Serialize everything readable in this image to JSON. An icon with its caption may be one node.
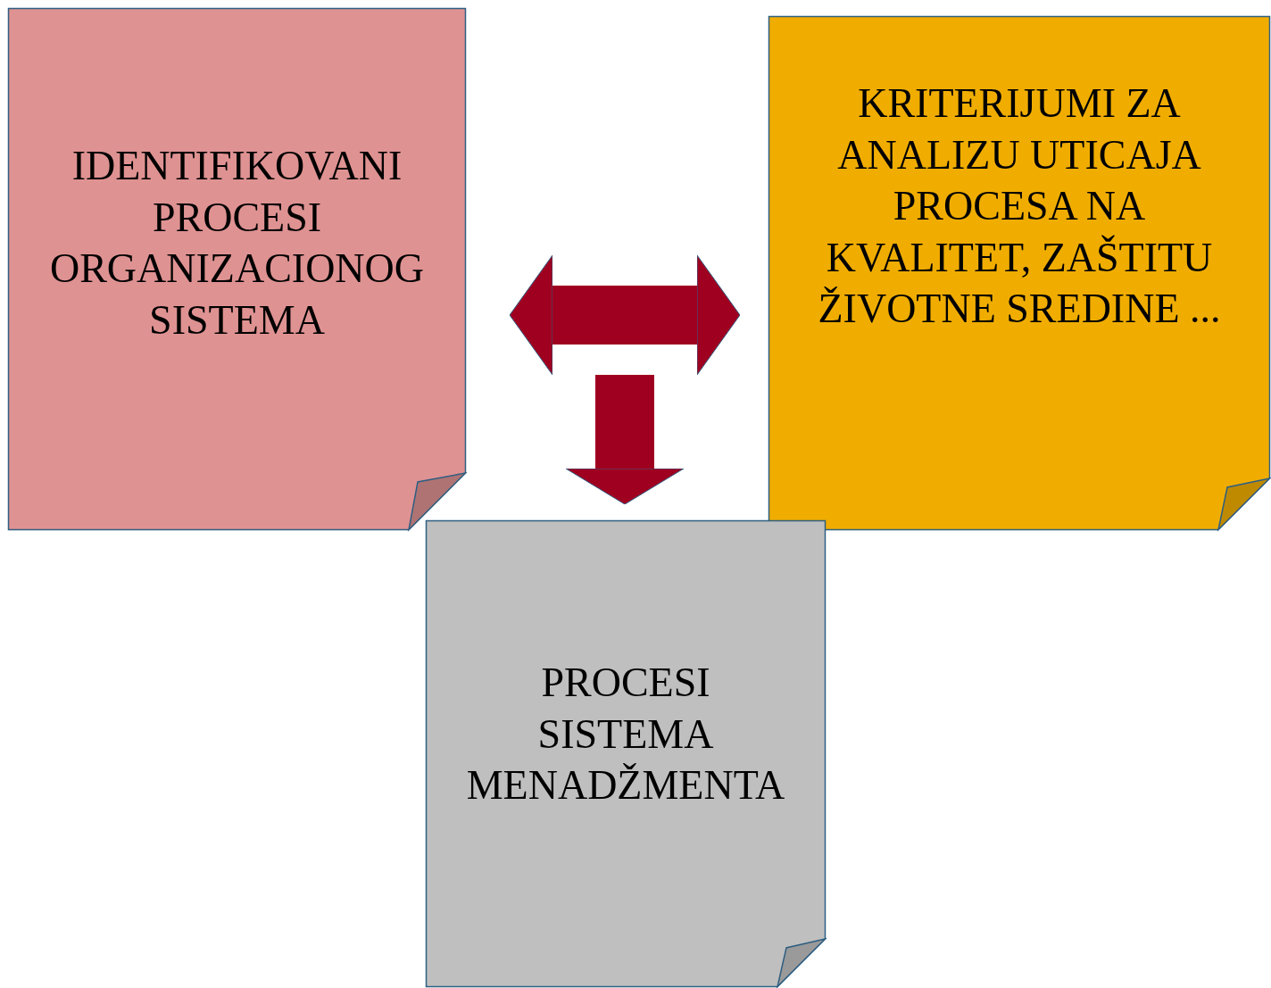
{
  "diagram": {
    "nodes": [
      {
        "text": [
          "IDENTIFIKOVANI PROCESI ORGANIZACIONOG SISTEMA"
        ]
      },
      {
        "text": [
          "KRITERIJUMI ZA ANALIZU UTICAJA PROCESA NA KVALITET, ZAŠTITU ŽIVOTNE SREDINE ..."
        ]
      },
      {
        "text": [
          "PROCESI SISTEMA MENADŽMENTA"
        ]
      }
    ],
    "edges": [
      {
        "from": 0,
        "to": 1,
        "arrow": "both"
      },
      {
        "from": null,
        "to": 2,
        "arrow": "to"
      }
    ]
  }
}
